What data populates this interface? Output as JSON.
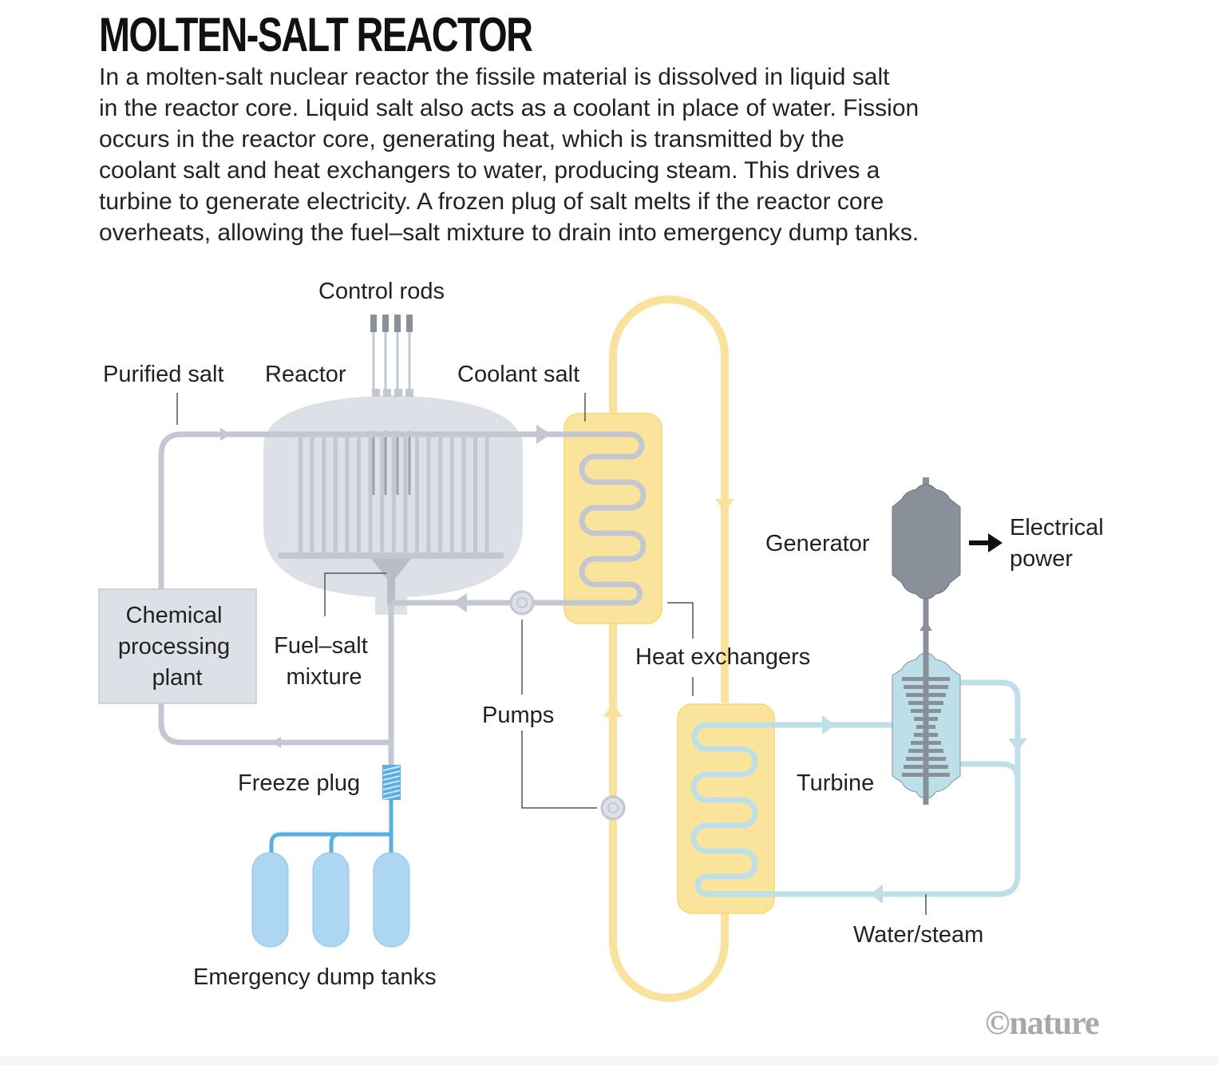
{
  "header": {
    "title": "MOLTEN-SALT REACTOR",
    "intro_lines": [
      "In a molten-salt nuclear reactor the fissile material is dissolved in liquid salt",
      "in the reactor core. Liquid salt also acts as a coolant in place of water. Fission",
      "occurs in the reactor core, generating heat, which is transmitted by the",
      "coolant salt and heat exchangers to water, producing steam. This drives a",
      "turbine to generate electricity. A frozen plug of salt melts if the reactor core",
      "overheats, allowing the fuel–salt mixture to drain into emergency dump tanks."
    ]
  },
  "labels": {
    "control_rods": "Control rods",
    "purified_salt": "Purified salt",
    "reactor": "Reactor",
    "coolant_salt": "Coolant salt",
    "chemical_plant": [
      "Chemical",
      "processing",
      "plant"
    ],
    "fuel_salt": [
      "Fuel–salt",
      "mixture"
    ],
    "pumps": "Pumps",
    "heat_exchangers": "Heat exchangers",
    "generator": "Generator",
    "electrical_power": [
      "Electrical",
      "power"
    ],
    "turbine": "Turbine",
    "freeze_plug": "Freeze plug",
    "emergency_dump_tanks": "Emergency dump tanks",
    "water_steam": "Water/steam"
  },
  "credit": "©nature",
  "colors": {
    "salt_pipe": "#c3c8d0",
    "reactor_body": "#dde1e7",
    "coolant_loop": "#f9e29c",
    "heat_exchanger": "#fae49c",
    "water_pipe": "#bcdfe8",
    "dump_blue": "#5aaee0",
    "tank_fill": "#acd6f2",
    "generator": "#8a9099",
    "turbine_body": "#bcdfe8"
  }
}
